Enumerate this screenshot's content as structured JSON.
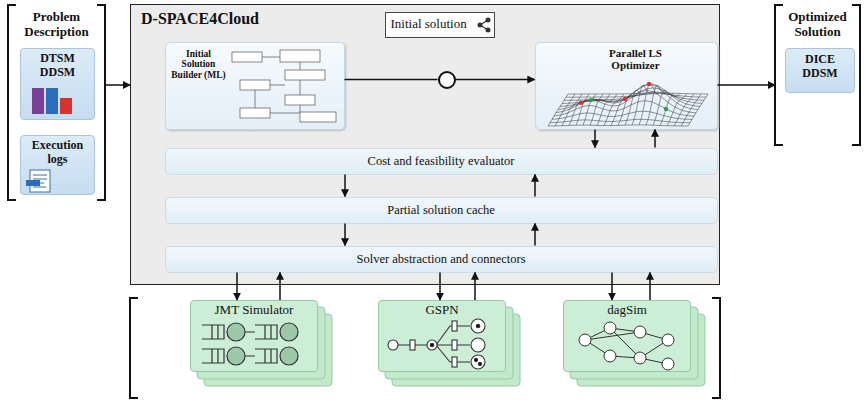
{
  "diagram": {
    "nodes": [
      {
        "text": [
          "Problem Description"
        ]
      },
      {
        "text": [
          "DTSM DDSM"
        ],
        "in": 0
      },
      {
        "text": [
          "Execution logs"
        ],
        "in": 0
      },
      {
        "text": [
          "D-SPACE4Cloud"
        ]
      },
      {
        "text": [
          "Initial Solution Builder (ML)"
        ],
        "in": 3
      },
      {
        "text": [
          "Initial solution"
        ],
        "in": 3
      },
      {
        "text": [
          "Parallel LS Optimizer"
        ],
        "in": 3
      },
      {
        "text": [
          "Cost and feasibility evaluator"
        ],
        "in": 3
      },
      {
        "text": [
          "Partial solution cache"
        ],
        "in": 3
      },
      {
        "text": [
          "Solver abstraction and connectors"
        ],
        "in": 3
      },
      {
        "text": [
          "Optimized Solution"
        ]
      },
      {
        "text": [
          "DICE DDSM"
        ],
        "in": 10
      },
      {
        "text": [
          "JMT Simulator"
        ]
      },
      {
        "text": [
          "GSPN"
        ]
      },
      {
        "text": [
          "dagSim"
        ]
      }
    ],
    "edges": [
      {
        "from": 0,
        "to": 3,
        "arrow": "to"
      },
      {
        "from": 4,
        "to": 5,
        "arrow": "none"
      },
      {
        "from": 5,
        "to": 6,
        "arrow": "to"
      },
      {
        "from": 6,
        "to": 10,
        "arrow": "to"
      },
      {
        "from": 6,
        "to": 7,
        "arrow": "to"
      },
      {
        "from": 7,
        "to": 6,
        "arrow": "to"
      },
      {
        "from": 7,
        "to": 8,
        "arrow": "to"
      },
      {
        "from": 8,
        "to": 7,
        "arrow": "to"
      },
      {
        "from": 8,
        "to": 9,
        "arrow": "to"
      },
      {
        "from": 9,
        "to": 8,
        "arrow": "to"
      },
      {
        "from": 9,
        "to": 12,
        "arrow": "to"
      },
      {
        "from": 12,
        "to": 9,
        "arrow": "to"
      },
      {
        "from": 9,
        "to": 13,
        "arrow": "to"
      },
      {
        "from": 13,
        "to": 9,
        "arrow": "to"
      },
      {
        "from": 9,
        "to": 14,
        "arrow": "to"
      },
      {
        "from": 14,
        "to": 9,
        "arrow": "to"
      }
    ]
  }
}
